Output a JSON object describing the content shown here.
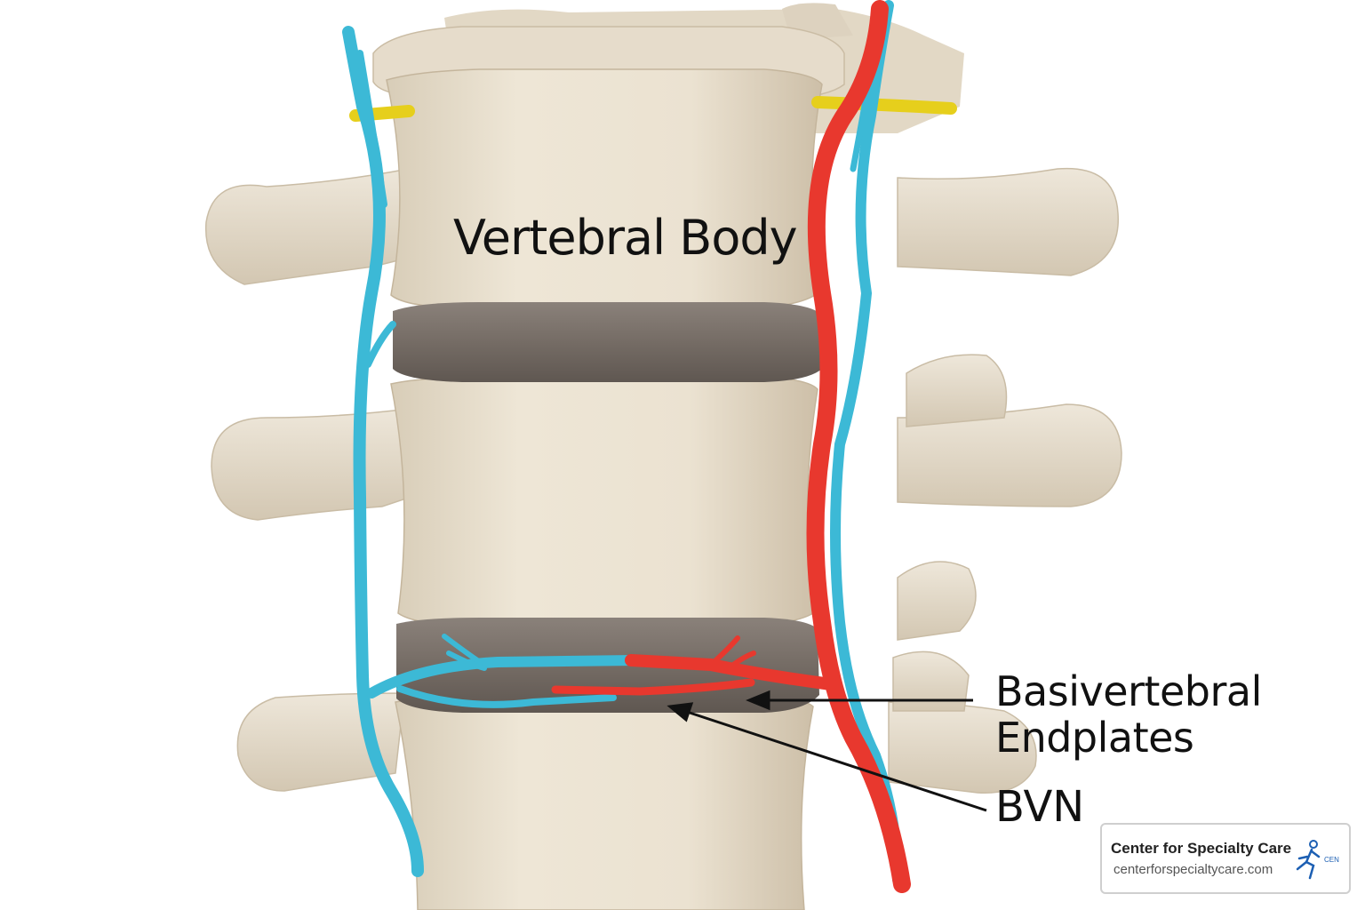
{
  "labels": {
    "vertebral_body": "Vertebral Body",
    "basivertebral_line1": "Basivertebral",
    "basivertebral_line2": "Endplates",
    "bvn": "BVN"
  },
  "badge": {
    "name": "Center for Specialty Care",
    "url": "centerforspecialtycare.com"
  },
  "colors": {
    "bone": "#e6ddcb",
    "disc": "#7a716a",
    "artery": "#e8382e",
    "vein": "#3cb9d6",
    "nerve": "#e9d21a",
    "brand": "#1c5fb3"
  }
}
